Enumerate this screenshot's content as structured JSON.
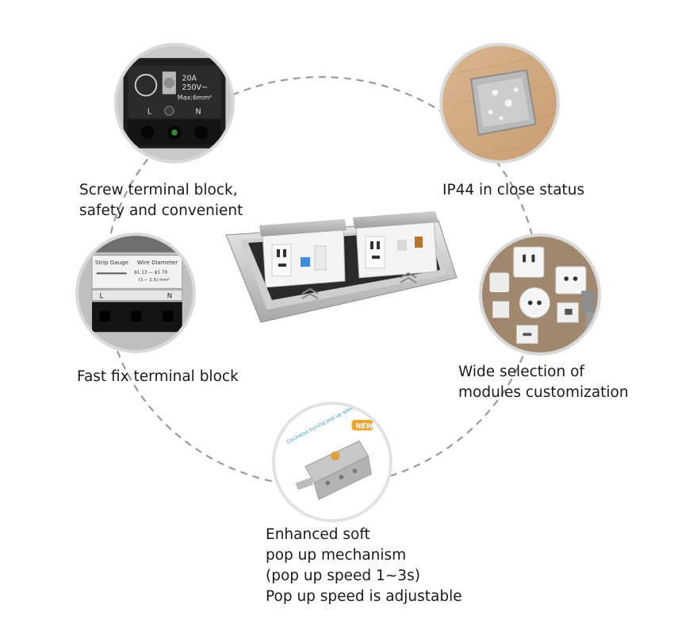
{
  "features": {
    "screw_terminal": {
      "lines": [
        "Screw terminal block,",
        "safety and convenient"
      ],
      "block_text": [
        "20A",
        "250V~",
        "Max:6mm²",
        "L",
        "N"
      ]
    },
    "ip44": {
      "lines": [
        "IP44 in close status"
      ]
    },
    "fast_fix": {
      "lines": [
        "Fast fix terminal block"
      ],
      "block_text": [
        "Strip Gauge",
        "Wire Diameter",
        "ɸ1.13 — ɸ1.78",
        "(1— 2.5) mm²",
        "L",
        "N"
      ]
    },
    "modules": {
      "lines": [
        "Wide selection of",
        "modules customization"
      ]
    },
    "mechanism": {
      "lines": [
        "Enhanced  soft",
        "pop up mechanism",
        "(pop up speed 1~3s)",
        "Pop up speed is adjustable"
      ],
      "badge": "NEW",
      "note": "Clockwise turning pop up speed will be quicker, otherwise will be slower."
    }
  }
}
